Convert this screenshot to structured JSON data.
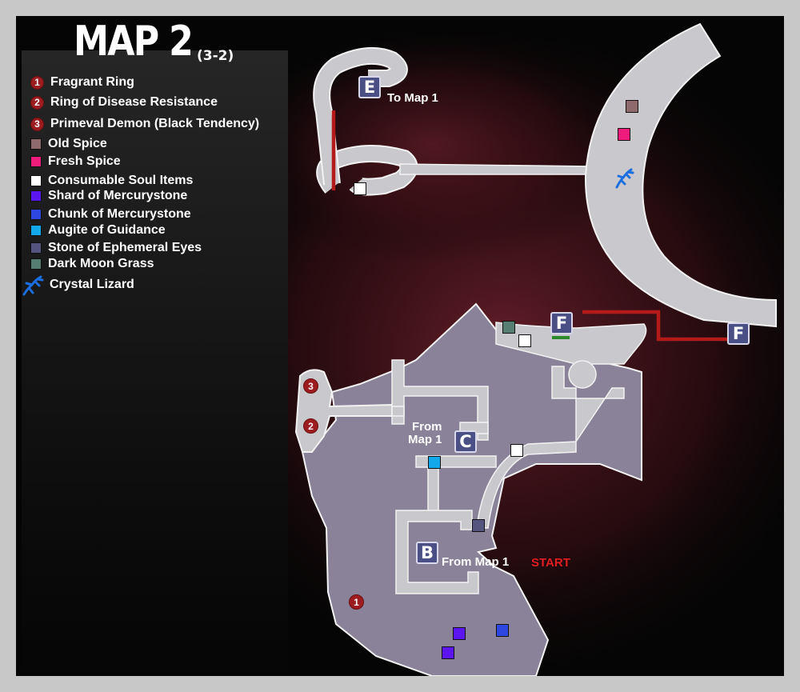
{
  "title": "MAP 2",
  "subtitle": "(3-2)",
  "legend": [
    {
      "type": "number",
      "num": "1",
      "label": "Fragrant Ring"
    },
    {
      "type": "number",
      "num": "2",
      "label": "Ring of Disease Resistance"
    },
    {
      "type": "number",
      "num": "3",
      "label": "Primeval Demon (Black Tendency)"
    },
    {
      "type": "square",
      "color": "#8e6a6c",
      "label": "Old Spice"
    },
    {
      "type": "square",
      "color": "#ee1d7c",
      "label": "Fresh Spice"
    },
    {
      "type": "square",
      "color": "#ffffff",
      "label": "Consumable Soul Items"
    },
    {
      "type": "square",
      "color": "#5b16ef",
      "label": "Shard of Mercurystone"
    },
    {
      "type": "square",
      "color": "#2e47e0",
      "label": "Chunk of Mercurystone"
    },
    {
      "type": "square",
      "color": "#12a8ea",
      "label": "Augite of Guidance"
    },
    {
      "type": "square",
      "color": "#55547e",
      "label": "Stone of Ephemeral Eyes"
    },
    {
      "type": "square",
      "color": "#567e72",
      "label": "Dark Moon Grass"
    },
    {
      "type": "lizard",
      "color": "#1b6ee0",
      "label": "Crystal Lizard"
    }
  ],
  "markers": {
    "e": {
      "letter": "E",
      "label": "To Map 1"
    },
    "f1": {
      "letter": "F"
    },
    "f2": {
      "letter": "F"
    },
    "c": {
      "letter": "C",
      "label": "From\nMap 1"
    },
    "b": {
      "letter": "B",
      "label": "From Map 1",
      "start": "START"
    }
  },
  "map_numbers": {
    "n1": "1",
    "n2": "2",
    "n3": "3"
  },
  "colors": {
    "floor_light": "#c9c9cd",
    "floor_purple": "#8a8298",
    "connector_red": "#b41a1a",
    "background_glow": "#5c1c26"
  }
}
